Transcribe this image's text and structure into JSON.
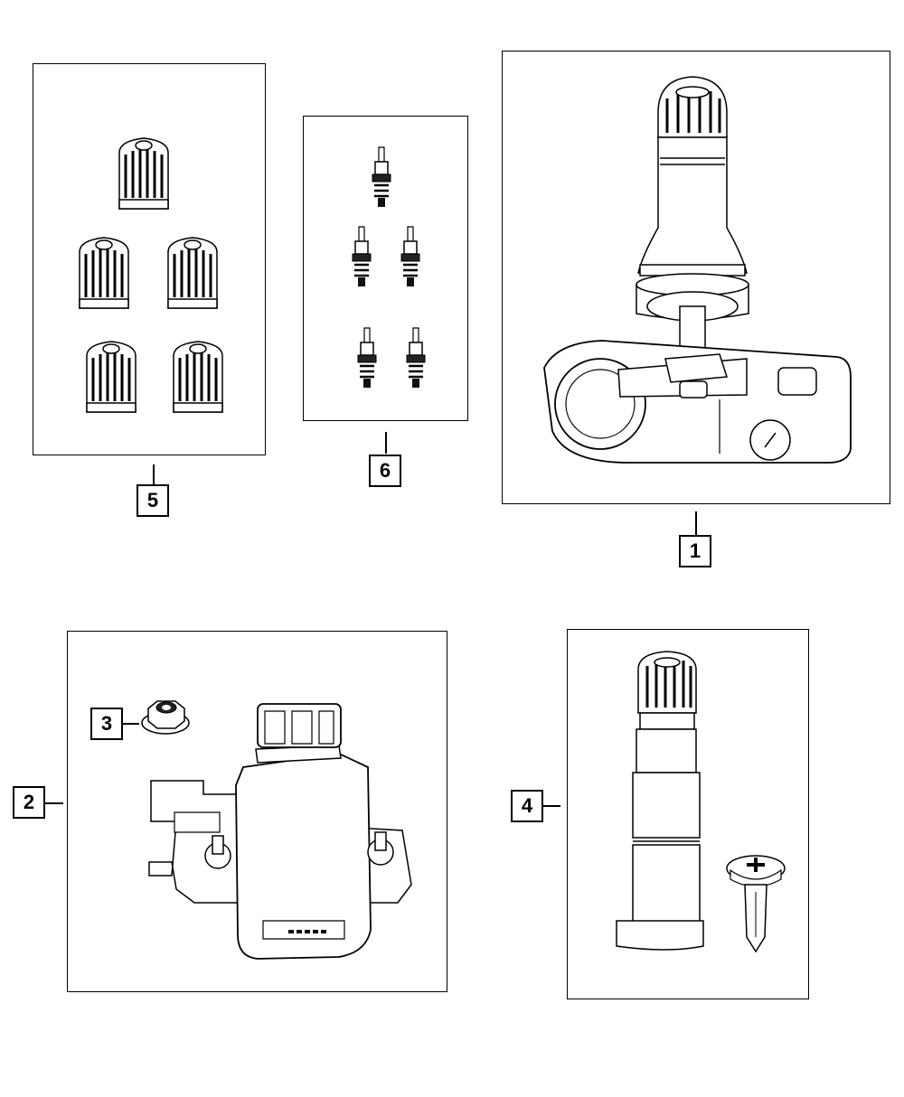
{
  "diagram": {
    "callouts": {
      "item1": "1",
      "item2": "2",
      "item3": "3",
      "item4": "4",
      "item5": "5",
      "item6": "6"
    },
    "icons": {
      "panel1": "tpms-sensor-with-valve-stem-icon",
      "panel2": "tpms-receiver-module-icon",
      "panel3": "flange-nut-icon",
      "panel4": "valve-stem-and-screw-icon",
      "panel5": "valve-cap-set-icon",
      "panel6": "valve-core-set-icon"
    },
    "colors": {
      "line": "#000000",
      "background": "#ffffff",
      "shade": "#333333"
    }
  }
}
